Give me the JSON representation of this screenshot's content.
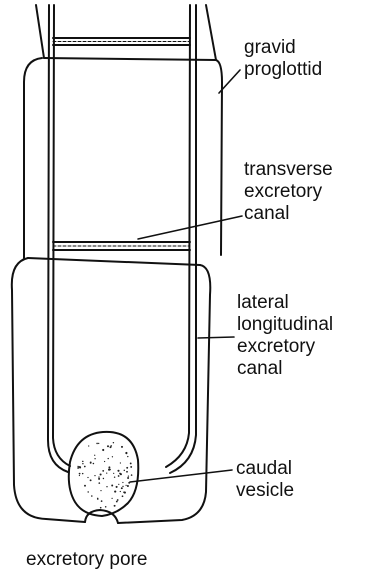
{
  "labels": {
    "gravid_proglottid": [
      "gravid",
      "proglottid"
    ],
    "transverse_canal": [
      "transverse",
      "excretory",
      "canal"
    ],
    "lateral_canal": [
      "lateral",
      "longitudinal",
      "excretory",
      "canal"
    ],
    "caudal_vesicle": [
      "caudal",
      "vesicle"
    ],
    "excretory_pore": "excretory pore"
  },
  "colors": {
    "ink": "#111111",
    "background": "#ffffff"
  }
}
